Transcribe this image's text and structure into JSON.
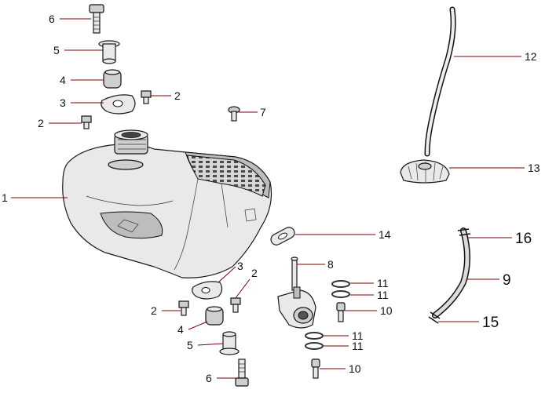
{
  "diagram": {
    "callouts": {
      "c1": "1",
      "c2a": "2",
      "c2b": "2",
      "c2c": "2",
      "c2d": "2",
      "c3a": "3",
      "c3b": "3",
      "c4a": "4",
      "c4b": "4",
      "c5a": "5",
      "c5b": "5",
      "c6a": "6",
      "c6b": "6",
      "c7": "7",
      "c8": "8",
      "c9": "9",
      "c10a": "10",
      "c10b": "10",
      "c11a": "11",
      "c11b": "11",
      "c11c": "11",
      "c11d": "11",
      "c12": "12",
      "c13": "13",
      "c14": "14",
      "c15": "15",
      "c16": "16"
    }
  }
}
